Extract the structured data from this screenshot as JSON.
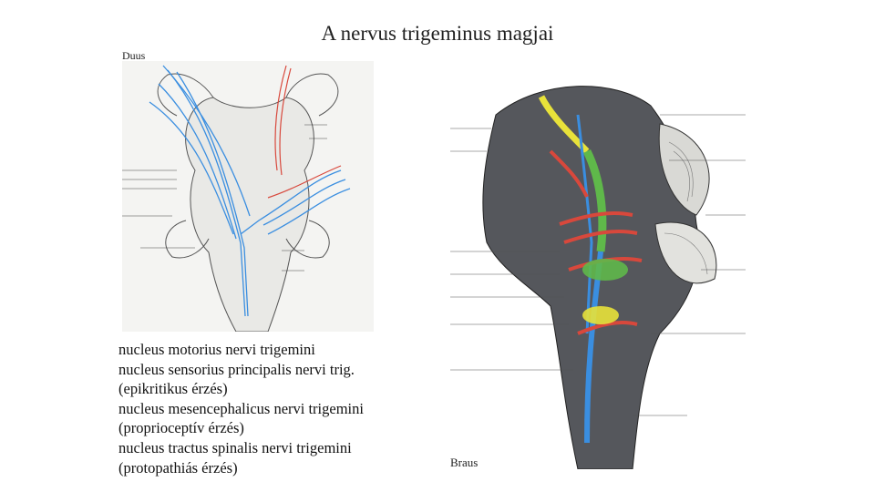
{
  "slide": {
    "title": "A nervus trigeminus magjai",
    "credit_left": "Duus",
    "credit_right": "Braus"
  },
  "notes": [
    "nucleus motorius nervi trigemini",
    "nucleus sensorius principalis nervi trig.",
    "(epikritikus érzés)",
    "nucleus mesencephalicus nervi trigemini",
    "(proprioceptív érzés)",
    "nucleus tractus spinalis nervi trigemini",
    "(protopathiás érzés)"
  ],
  "colors": {
    "sensory_blue": "#3a8ee0",
    "motor_red": "#d8483c",
    "nucleus_yellow": "#e8e23a",
    "nucleus_green": "#5fb84a",
    "tissue_gray": "#55575c"
  }
}
